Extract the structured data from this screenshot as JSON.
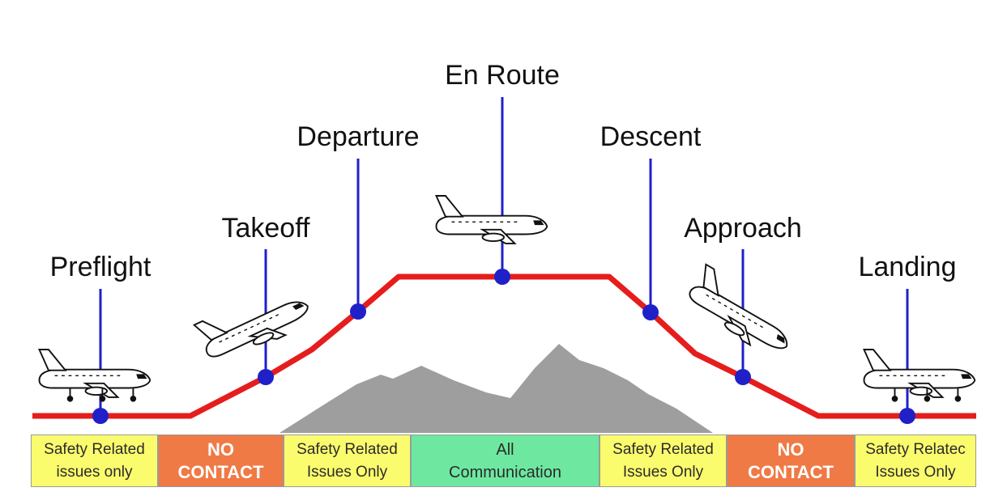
{
  "phases": [
    {
      "label": "Preflight"
    },
    {
      "label": "Takeoff"
    },
    {
      "label": "Departure"
    },
    {
      "label": "En Route"
    },
    {
      "label": "Descent"
    },
    {
      "label": "Approach"
    },
    {
      "label": "Landing"
    }
  ],
  "bands": [
    {
      "line1": "Safety Related",
      "line2": "issues only",
      "color": "#fbfb6e"
    },
    {
      "line1": "NO",
      "line2": "CONTACT",
      "color": "#ef7a45"
    },
    {
      "line1": "Safety Related",
      "line2": "Issues Only",
      "color": "#fbfb6e"
    },
    {
      "line1": "All",
      "line2": "Communication",
      "color": "#6ee8a0"
    },
    {
      "line1": "Safety Related",
      "line2": "Issues Only",
      "color": "#fbfb6e"
    },
    {
      "line1": "NO",
      "line2": "CONTACT",
      "color": "#ef7a45"
    },
    {
      "line1": "Safety Relatec",
      "line2": "Issues Only",
      "color": "#fbfb6e"
    }
  ],
  "colors": {
    "flight_path": "#e51d1d",
    "marker": "#2020c8",
    "mountain": "#9e9e9e"
  }
}
